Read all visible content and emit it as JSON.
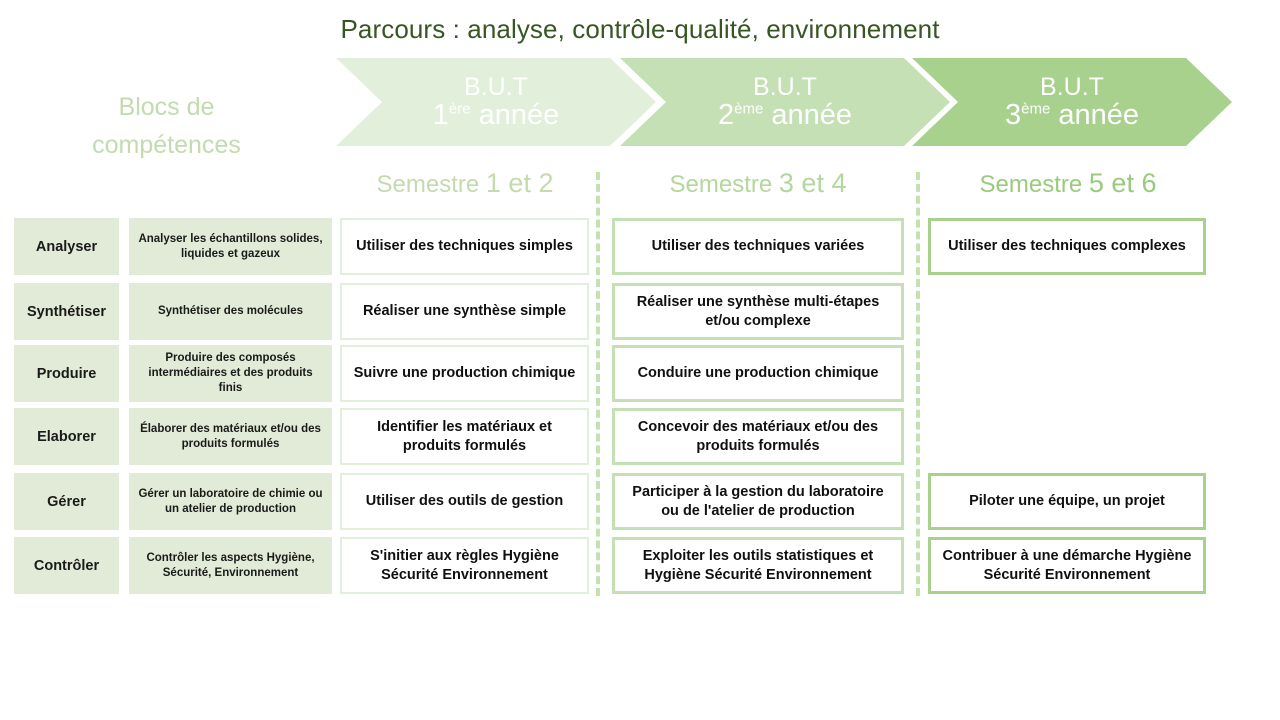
{
  "title": "Parcours : analyse, contrôle-qualité, environnement",
  "blocs_label": "Blocs de\ncompétences",
  "colors": {
    "title_green": "#375623",
    "label_green": "#c3dbae",
    "arrow_year1": "#e2efda",
    "arrow_year2": "#c5e0b4",
    "arrow_year3": "#a9d18e",
    "block_fill": "#e2ebd7",
    "border_s12": "#e2efda",
    "border_s34": "#c5e0b4",
    "border_s56": "#a9d18e",
    "separator": "#c7e0b2"
  },
  "years": [
    {
      "line1": "B.U.T",
      "num": "1",
      "sup": "ère",
      "unit": "année",
      "fill": "#e2efda"
    },
    {
      "line1": "B.U.T",
      "num": "2",
      "sup": "ème",
      "unit": "année",
      "fill": "#c5e0b4"
    },
    {
      "line1": "B.U.T",
      "num": "3",
      "sup": "ème",
      "unit": "année",
      "fill": "#a9d18e"
    }
  ],
  "semesters": [
    {
      "prefix": "Semestre",
      "numbers": "1 et 2",
      "color": "#c3dbae"
    },
    {
      "prefix": "Semestre",
      "numbers": "3 et 4",
      "color": "#b4d79b"
    },
    {
      "prefix": "Semestre",
      "numbers": "5 et 6",
      "color": "#9acb7c"
    }
  ],
  "rows": [
    {
      "key": "Analyser",
      "description": "Analyser les échantillons solides, liquides et gazeux",
      "s12": "Utiliser des  techniques simples",
      "s34": "Utiliser des techniques  variées",
      "s56": "Utiliser des  techniques complexes"
    },
    {
      "key": "Synthétiser",
      "description": "Synthétiser des molécules",
      "s12": "Réaliser une synthèse  simple",
      "s34": "Réaliser une synthèse  multi-étapes et/ou complexe",
      "s56": ""
    },
    {
      "key": "Produire",
      "description": "Produire des composés intermédiaires et des produits finis",
      "s12": "Suivre une  production chimique",
      "s34": "Conduire une  production chimique",
      "s56": ""
    },
    {
      "key": "Elaborer",
      "description": "Élaborer des matériaux et/ou des produits formulés",
      "s12": "Identifier les matériaux  et produits formulés",
      "s34": "Concevoir des matériaux  et/ou des produits formulés",
      "s56": ""
    },
    {
      "key": "Gérer",
      "description": "Gérer un laboratoire de chimie ou un atelier de production",
      "s12": "Utiliser des outils de gestion",
      "s34": "Participer à la gestion du laboratoire ou de l'atelier de production",
      "s56": "Piloter une équipe, un projet"
    },
    {
      "key": "Contrôler",
      "description": "Contrôler les aspects Hygiène, Sécurité, Environnement",
      "s12": "S'initier aux règles Hygiène Sécurité Environnement",
      "s34": "Exploiter les outils statistiques et Hygiène Sécurité Environnement",
      "s56": "Contribuer à une démarche Hygiène Sécurité Environnement"
    }
  ]
}
